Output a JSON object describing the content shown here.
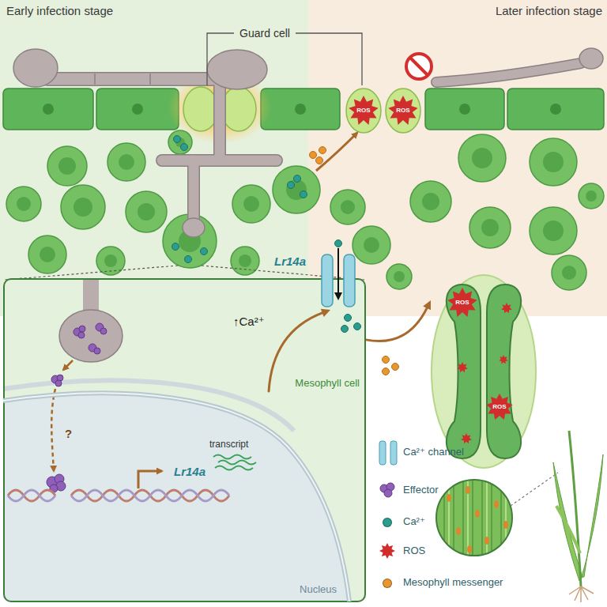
{
  "diagram": {
    "nodes": [
      {
        "text": [
          "Early infection stage"
        ]
      },
      {
        "text": [
          "Later infection stage"
        ]
      },
      {
        "text": [
          "Mesophyll cell"
        ]
      },
      {
        "text": [
          "Lr14a"
        ],
        "in": 2
      },
      {
        "text": [
          "transcript",
          "Lr14a",
          "Nucleus"
        ],
        "in": 2
      },
      {
        "text": [
          "ROS",
          "ROS"
        ]
      }
    ],
    "edges": [
      {
        "from": 4,
        "to": 3,
        "arrow": "to"
      },
      {
        "from": 2,
        "to": 5,
        "arrow": "to"
      }
    ],
    "labels": [
      "Guard cell",
      "ROS",
      "ROS",
      "↑Ca²⁺",
      "?"
    ],
    "legend": [
      {
        "text": "Ca²⁺ channel"
      },
      {
        "text": "Effector"
      },
      {
        "text": "Ca²⁺",
        "color": "#2a9d8f"
      },
      {
        "text": "ROS"
      },
      {
        "text": "Mesophyll messenger",
        "color": "#e8962e"
      }
    ]
  }
}
